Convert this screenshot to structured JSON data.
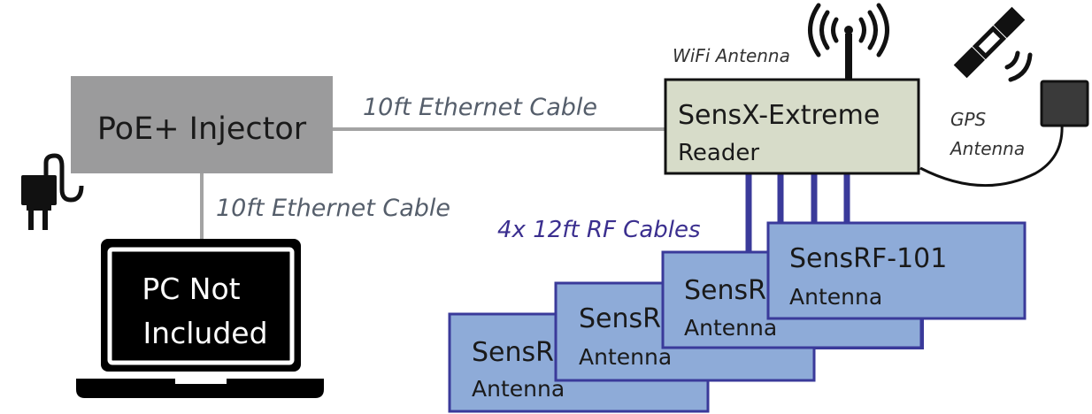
{
  "injector": {
    "label": "PoE+ Injector"
  },
  "reader": {
    "title": "SensX-Extreme",
    "subtitle": "Reader"
  },
  "pc": {
    "line1": "PC Not",
    "line2": "Included"
  },
  "cables": {
    "ethernet_top": "10ft Ethernet Cable",
    "ethernet_down": "10ft Ethernet Cable",
    "rf": "4x 12ft RF Cables"
  },
  "wifi_antenna": {
    "label": "WiFi Antenna"
  },
  "gps_antenna": {
    "line1": "GPS",
    "line2": "Antenna"
  },
  "rf_antennas": [
    {
      "title": "SensRF-101",
      "subtitle": "Antenna"
    },
    {
      "title": "SensRF-101",
      "subtitle": "Antenna"
    },
    {
      "title": "SensRF-101",
      "subtitle": "Antenna"
    },
    {
      "title": "SensRF-101",
      "subtitle": "Antenna"
    }
  ],
  "colors": {
    "injector_fill": "#9b9b9c",
    "reader_fill": "#d7dcc9",
    "antenna_fill": "#8eabd8",
    "antenna_border": "#3a3a9a",
    "rf_cable": "#3a3a9a",
    "ethernet_cable": "#a3a3a3",
    "label_gray": "#555e6b",
    "label_purple": "#3b2f8f"
  },
  "icons": [
    "power-plug-icon",
    "wifi-antenna-icon",
    "satellite-icon",
    "gps-antenna-icon",
    "laptop-icon"
  ]
}
